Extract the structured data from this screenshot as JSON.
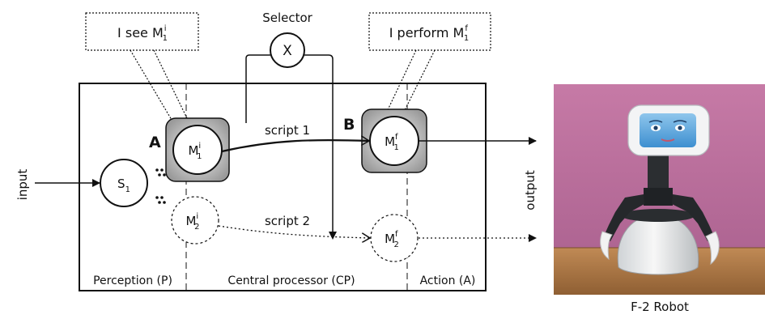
{
  "selector": {
    "label": "Selector",
    "symbol": "X"
  },
  "callout_perception": {
    "text_prefix": "I see ",
    "symbol": "M",
    "sub": "1",
    "sup": "i"
  },
  "callout_action": {
    "text_prefix": "I perform ",
    "symbol": "M",
    "sub": "1",
    "sup": "f"
  },
  "marker_a": "A",
  "marker_b": "B",
  "nodes": {
    "s1": {
      "symbol": "S",
      "sub": "1"
    },
    "m1i": {
      "symbol": "M",
      "sub": "1",
      "sup": "i"
    },
    "m2i": {
      "symbol": "M",
      "sub": "2",
      "sup": "i"
    },
    "m1f": {
      "symbol": "M",
      "sub": "1",
      "sup": "f"
    },
    "m2f": {
      "symbol": "M",
      "sub": "2",
      "sup": "f"
    }
  },
  "edges": {
    "script1": "script 1",
    "script2": "script 2"
  },
  "io": {
    "input": "input",
    "output": "output"
  },
  "sections": {
    "perception": "Perception (P)",
    "central": "Central processor (CP)",
    "action": "Action (A)"
  },
  "robot_caption": "F-2 Robot"
}
